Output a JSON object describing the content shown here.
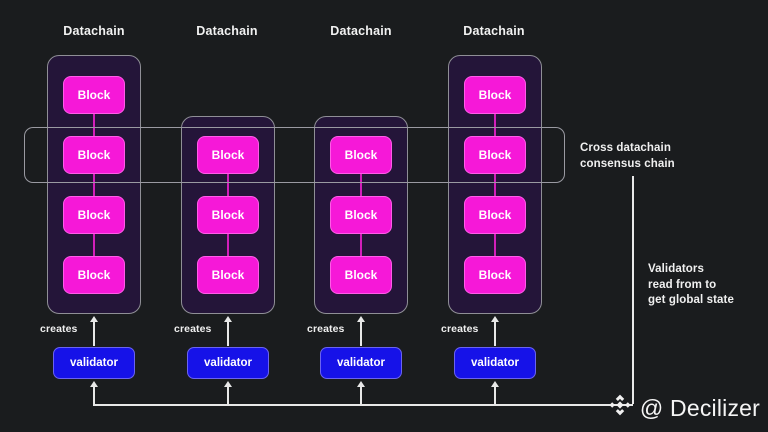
{
  "diagram": {
    "background_color": "#1a1c1e",
    "block_color": "#f618d8",
    "validator_color": "#1612e8",
    "chain_container_color": "#241539",
    "line_color": "#e8e8e8",
    "columns": [
      {
        "header": "Datachain",
        "block_count": 4,
        "blocks": [
          "Block",
          "Block",
          "Block",
          "Block"
        ]
      },
      {
        "header": "Datachain",
        "block_count": 3,
        "blocks": [
          "Block",
          "Block",
          "Block"
        ]
      },
      {
        "header": "Datachain",
        "block_count": 3,
        "blocks": [
          "Block",
          "Block",
          "Block"
        ]
      },
      {
        "header": "Datachain",
        "block_count": 4,
        "blocks": [
          "Block",
          "Block",
          "Block",
          "Block"
        ]
      }
    ],
    "validators": [
      {
        "label": "validator",
        "creates_label": "creates"
      },
      {
        "label": "validator",
        "creates_label": "creates"
      },
      {
        "label": "validator",
        "creates_label": "creates"
      },
      {
        "label": "validator",
        "creates_label": "creates"
      }
    ],
    "annotations": {
      "consensus": "Cross datachain\nconsensus chain",
      "validators_read": "Validators\nread from to\nget global state"
    },
    "watermark": {
      "handle": "@ Decilizer",
      "icon": "binance-diamond-icon"
    }
  }
}
